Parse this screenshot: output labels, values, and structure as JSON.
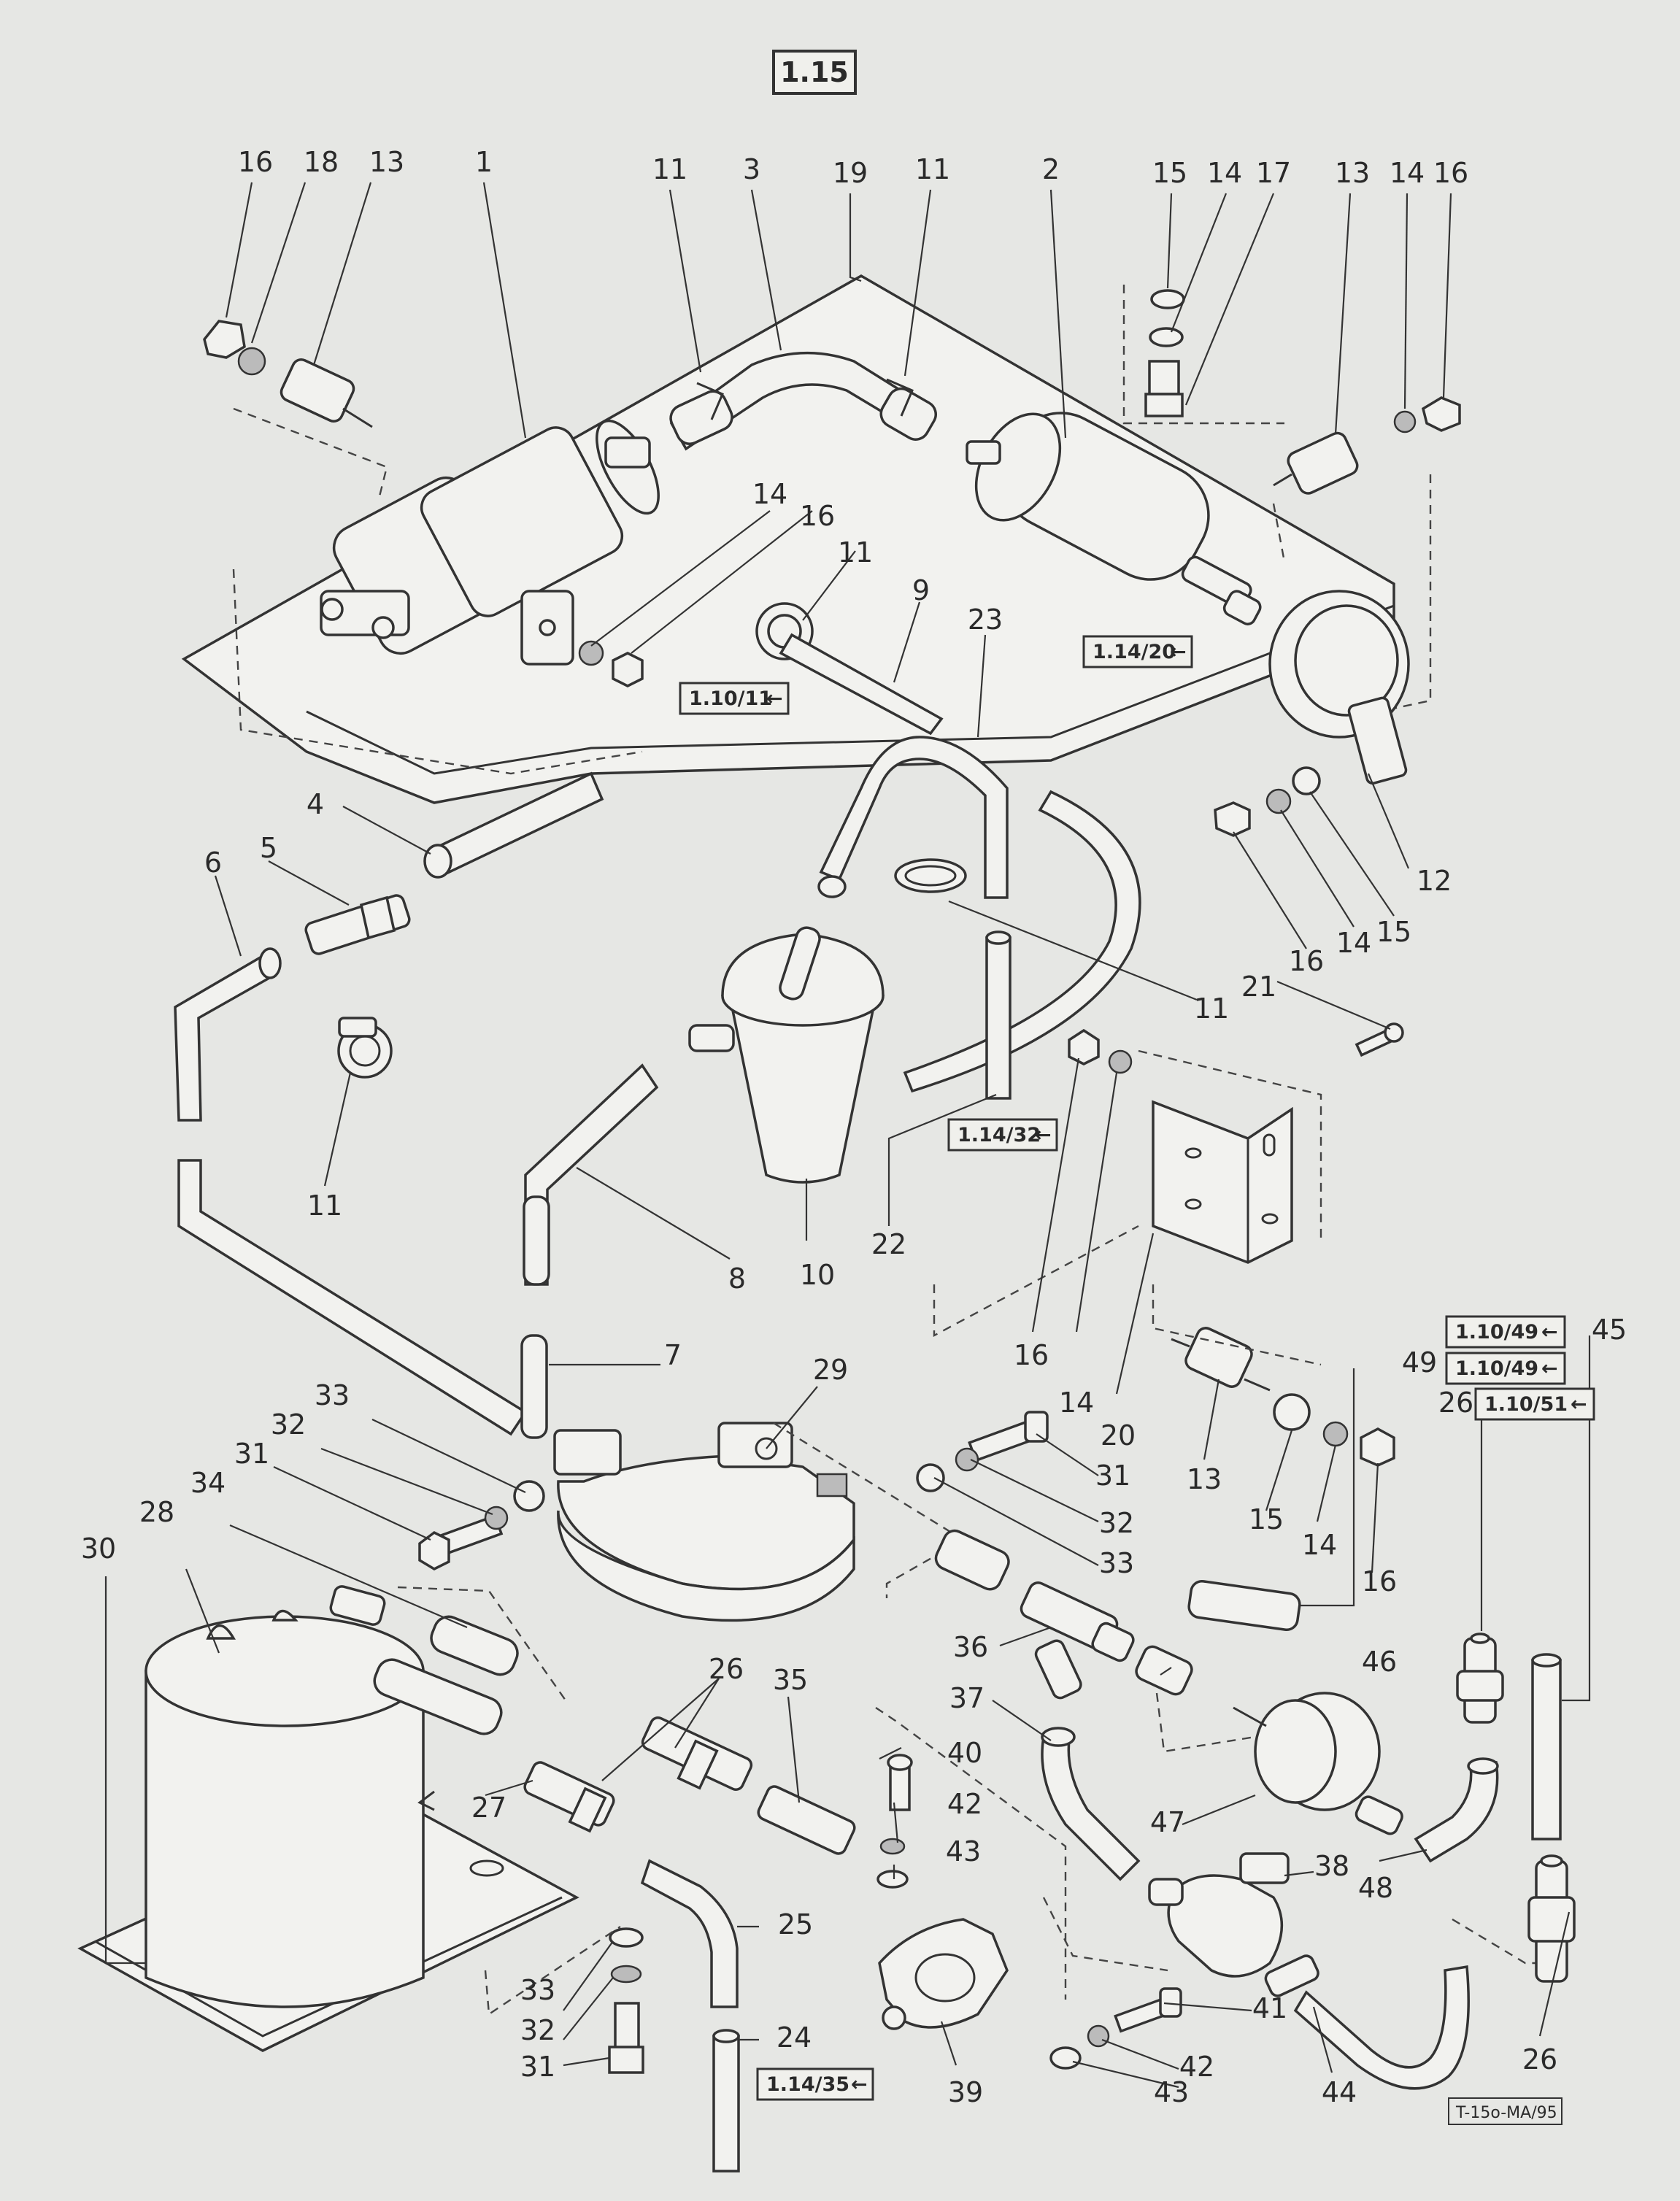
{
  "page_number": "1.15",
  "drawing_id": "T-15o-MA/95",
  "callouts": {
    "c1": "1",
    "c2": "2",
    "c3": "3",
    "c4": "4",
    "c5": "5",
    "c6": "6",
    "c7": "7",
    "c8": "8",
    "c9": "9",
    "c10": "10",
    "c11a": "11",
    "c11b": "11",
    "c11c": "11",
    "c11d": "11",
    "c11e": "11",
    "c12": "12",
    "c13a": "13",
    "c13b": "13",
    "c13c": "13",
    "c14a": "14",
    "c14b": "14",
    "c14c": "14",
    "c14d": "14",
    "c14e": "14",
    "c14f": "14",
    "c15a": "15",
    "c15b": "15",
    "c15c": "15",
    "c16a": "16",
    "c16b": "16",
    "c16c": "16",
    "c16d": "16",
    "c16e": "16",
    "c16f": "16",
    "c17": "17",
    "c18": "18",
    "c19": "19",
    "c20": "20",
    "c21": "21",
    "c22": "22",
    "c23": "23",
    "c24": "24",
    "c25": "25",
    "c26a": "26",
    "c26b": "26",
    "c26c": "26",
    "c27": "27",
    "c28": "28",
    "c29": "29",
    "c30": "30",
    "c31a": "31",
    "c31b": "31",
    "c31c": "31",
    "c32a": "32",
    "c32b": "32",
    "c32c": "32",
    "c33a": "33",
    "c33b": "33",
    "c33c": "33",
    "c34": "34",
    "c35": "35",
    "c36": "36",
    "c37": "37",
    "c38": "38",
    "c39": "39",
    "c40": "40",
    "c41": "41",
    "c42a": "42",
    "c42b": "42",
    "c43a": "43",
    "c43b": "43",
    "c44": "44",
    "c45": "45",
    "c46": "46",
    "c47": "47",
    "c48": "48",
    "c49": "49"
  },
  "references": {
    "r1": "1.10/11",
    "r2": "1.14/20",
    "r3": "1.14/32",
    "r4": "1.10/49",
    "r5": "1.10/49",
    "r6": "1.10/51",
    "r7": "1.14/35"
  },
  "colors": {
    "paper": "#e6e7e4",
    "ink": "#333333",
    "part_fill": "#f2f2ef"
  }
}
